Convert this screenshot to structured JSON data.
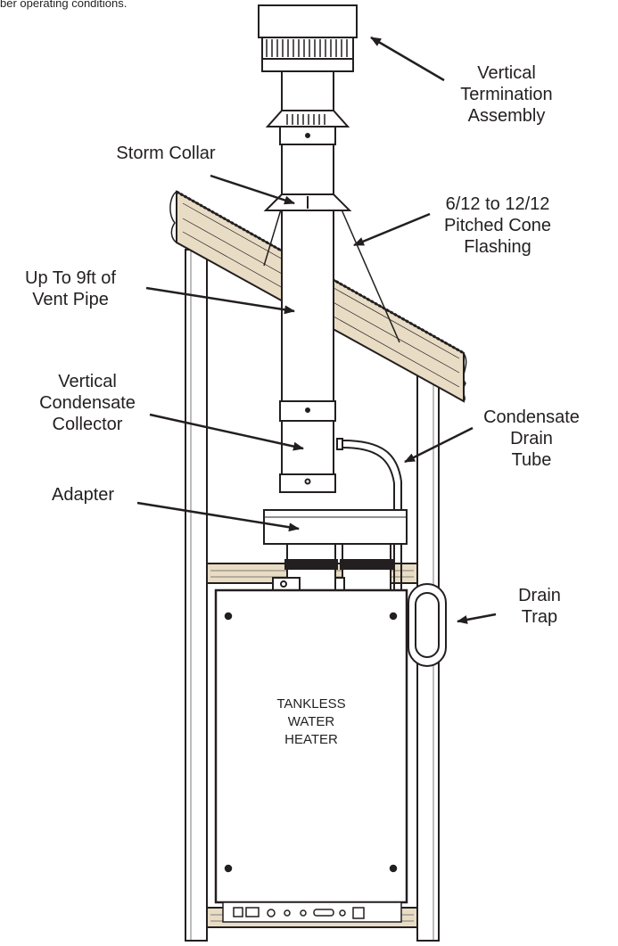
{
  "note": "ber operating conditions.",
  "labels": {
    "vertical_termination": [
      "Vertical",
      "Termination",
      "Assembly"
    ],
    "storm_collar": [
      "Storm Collar"
    ],
    "cone_flashing": [
      "6/12 to 12/12",
      "Pitched Cone",
      "Flashing"
    ],
    "vent_pipe": [
      "Up To 9ft of",
      "Vent Pipe"
    ],
    "condensate_collector": [
      "Vertical",
      "Condensate",
      "Collector"
    ],
    "drain_tube": [
      "Condensate",
      "Drain",
      "Tube"
    ],
    "adapter": [
      "Adapter"
    ],
    "drain_trap": [
      "Drain",
      "Trap"
    ]
  },
  "heater_label": [
    "TANKLESS",
    "WATER",
    "HEATER"
  ],
  "colors": {
    "line": "#231f20",
    "wood": "#d9c6a5",
    "background": "#ffffff"
  }
}
